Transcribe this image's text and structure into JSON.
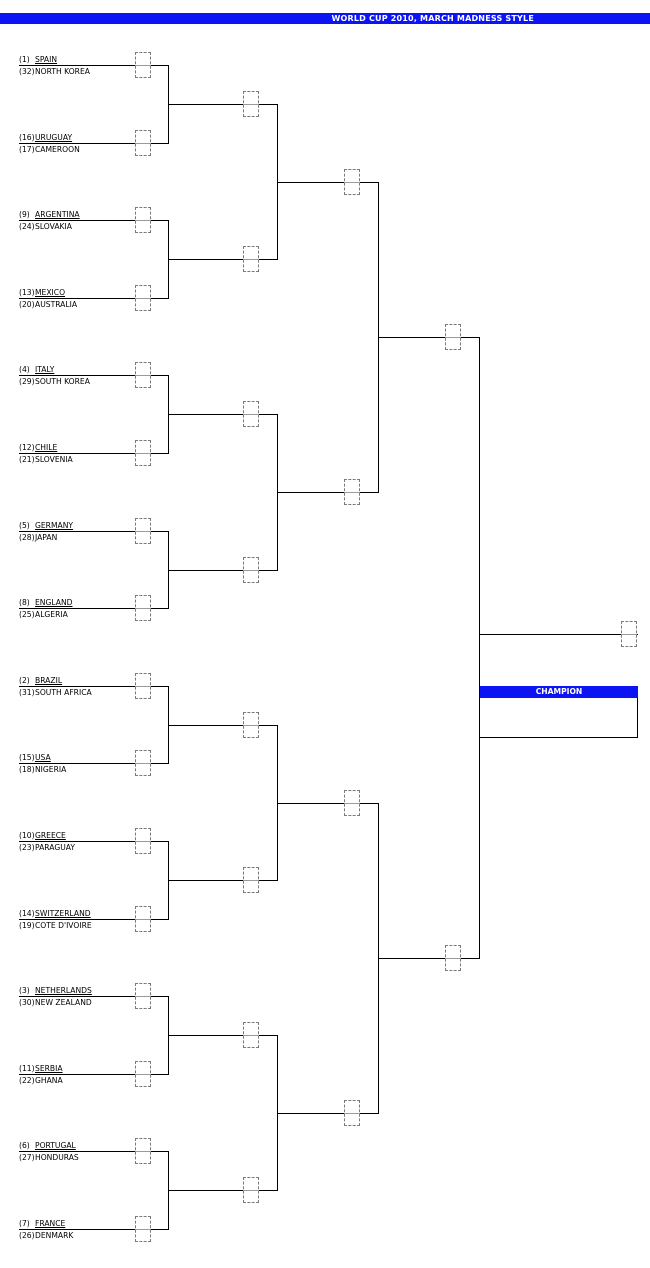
{
  "title": "WORLD CUP 2010, MARCH MADNESS STYLE",
  "champion_label": "CHAMPION",
  "colors": {
    "header": "#0d14f4",
    "header_text": "#ffffff"
  },
  "matchups": [
    [
      {
        "seed": "(1)",
        "team": "SPAIN"
      },
      {
        "seed": "(32)",
        "team": "NORTH KOREA"
      }
    ],
    [
      {
        "seed": "(16)",
        "team": "URUGUAY"
      },
      {
        "seed": "(17)",
        "team": "CAMEROON"
      }
    ],
    [
      {
        "seed": "(9)",
        "team": "ARGENTINA"
      },
      {
        "seed": "(24)",
        "team": "SLOVAKIA"
      }
    ],
    [
      {
        "seed": "(13)",
        "team": "MEXICO"
      },
      {
        "seed": "(20)",
        "team": "AUSTRALIA"
      }
    ],
    [
      {
        "seed": "(4)",
        "team": "ITALY"
      },
      {
        "seed": "(29)",
        "team": "SOUTH KOREA"
      }
    ],
    [
      {
        "seed": "(12)",
        "team": "CHILE"
      },
      {
        "seed": "(21)",
        "team": "SLOVENIA"
      }
    ],
    [
      {
        "seed": "(5)",
        "team": "GERMANY"
      },
      {
        "seed": "(28)",
        "team": "JAPAN"
      }
    ],
    [
      {
        "seed": "(8)",
        "team": "ENGLAND"
      },
      {
        "seed": "(25)",
        "team": "ALGERIA"
      }
    ],
    [
      {
        "seed": "(2)",
        "team": "BRAZIL"
      },
      {
        "seed": "(31)",
        "team": "SOUTH AFRICA"
      }
    ],
    [
      {
        "seed": "(15)",
        "team": "USA"
      },
      {
        "seed": "(18)",
        "team": "NIGERIA"
      }
    ],
    [
      {
        "seed": "(10)",
        "team": "GREECE"
      },
      {
        "seed": "(23)",
        "team": "PARAGUAY"
      }
    ],
    [
      {
        "seed": "(14)",
        "team": "SWITZERLAND"
      },
      {
        "seed": "(19)",
        "team": "COTE D'IVOIRE"
      }
    ],
    [
      {
        "seed": "(3)",
        "team": "NETHERLANDS"
      },
      {
        "seed": "(30)",
        "team": "NEW ZEALAND"
      }
    ],
    [
      {
        "seed": "(11)",
        "team": "SERBIA"
      },
      {
        "seed": "(22)",
        "team": "GHANA"
      }
    ],
    [
      {
        "seed": "(6)",
        "team": "PORTUGAL"
      },
      {
        "seed": "(27)",
        "team": "HONDURAS"
      }
    ],
    [
      {
        "seed": "(7)",
        "team": "FRANCE"
      },
      {
        "seed": "(26)",
        "team": "DENMARK"
      }
    ]
  ]
}
